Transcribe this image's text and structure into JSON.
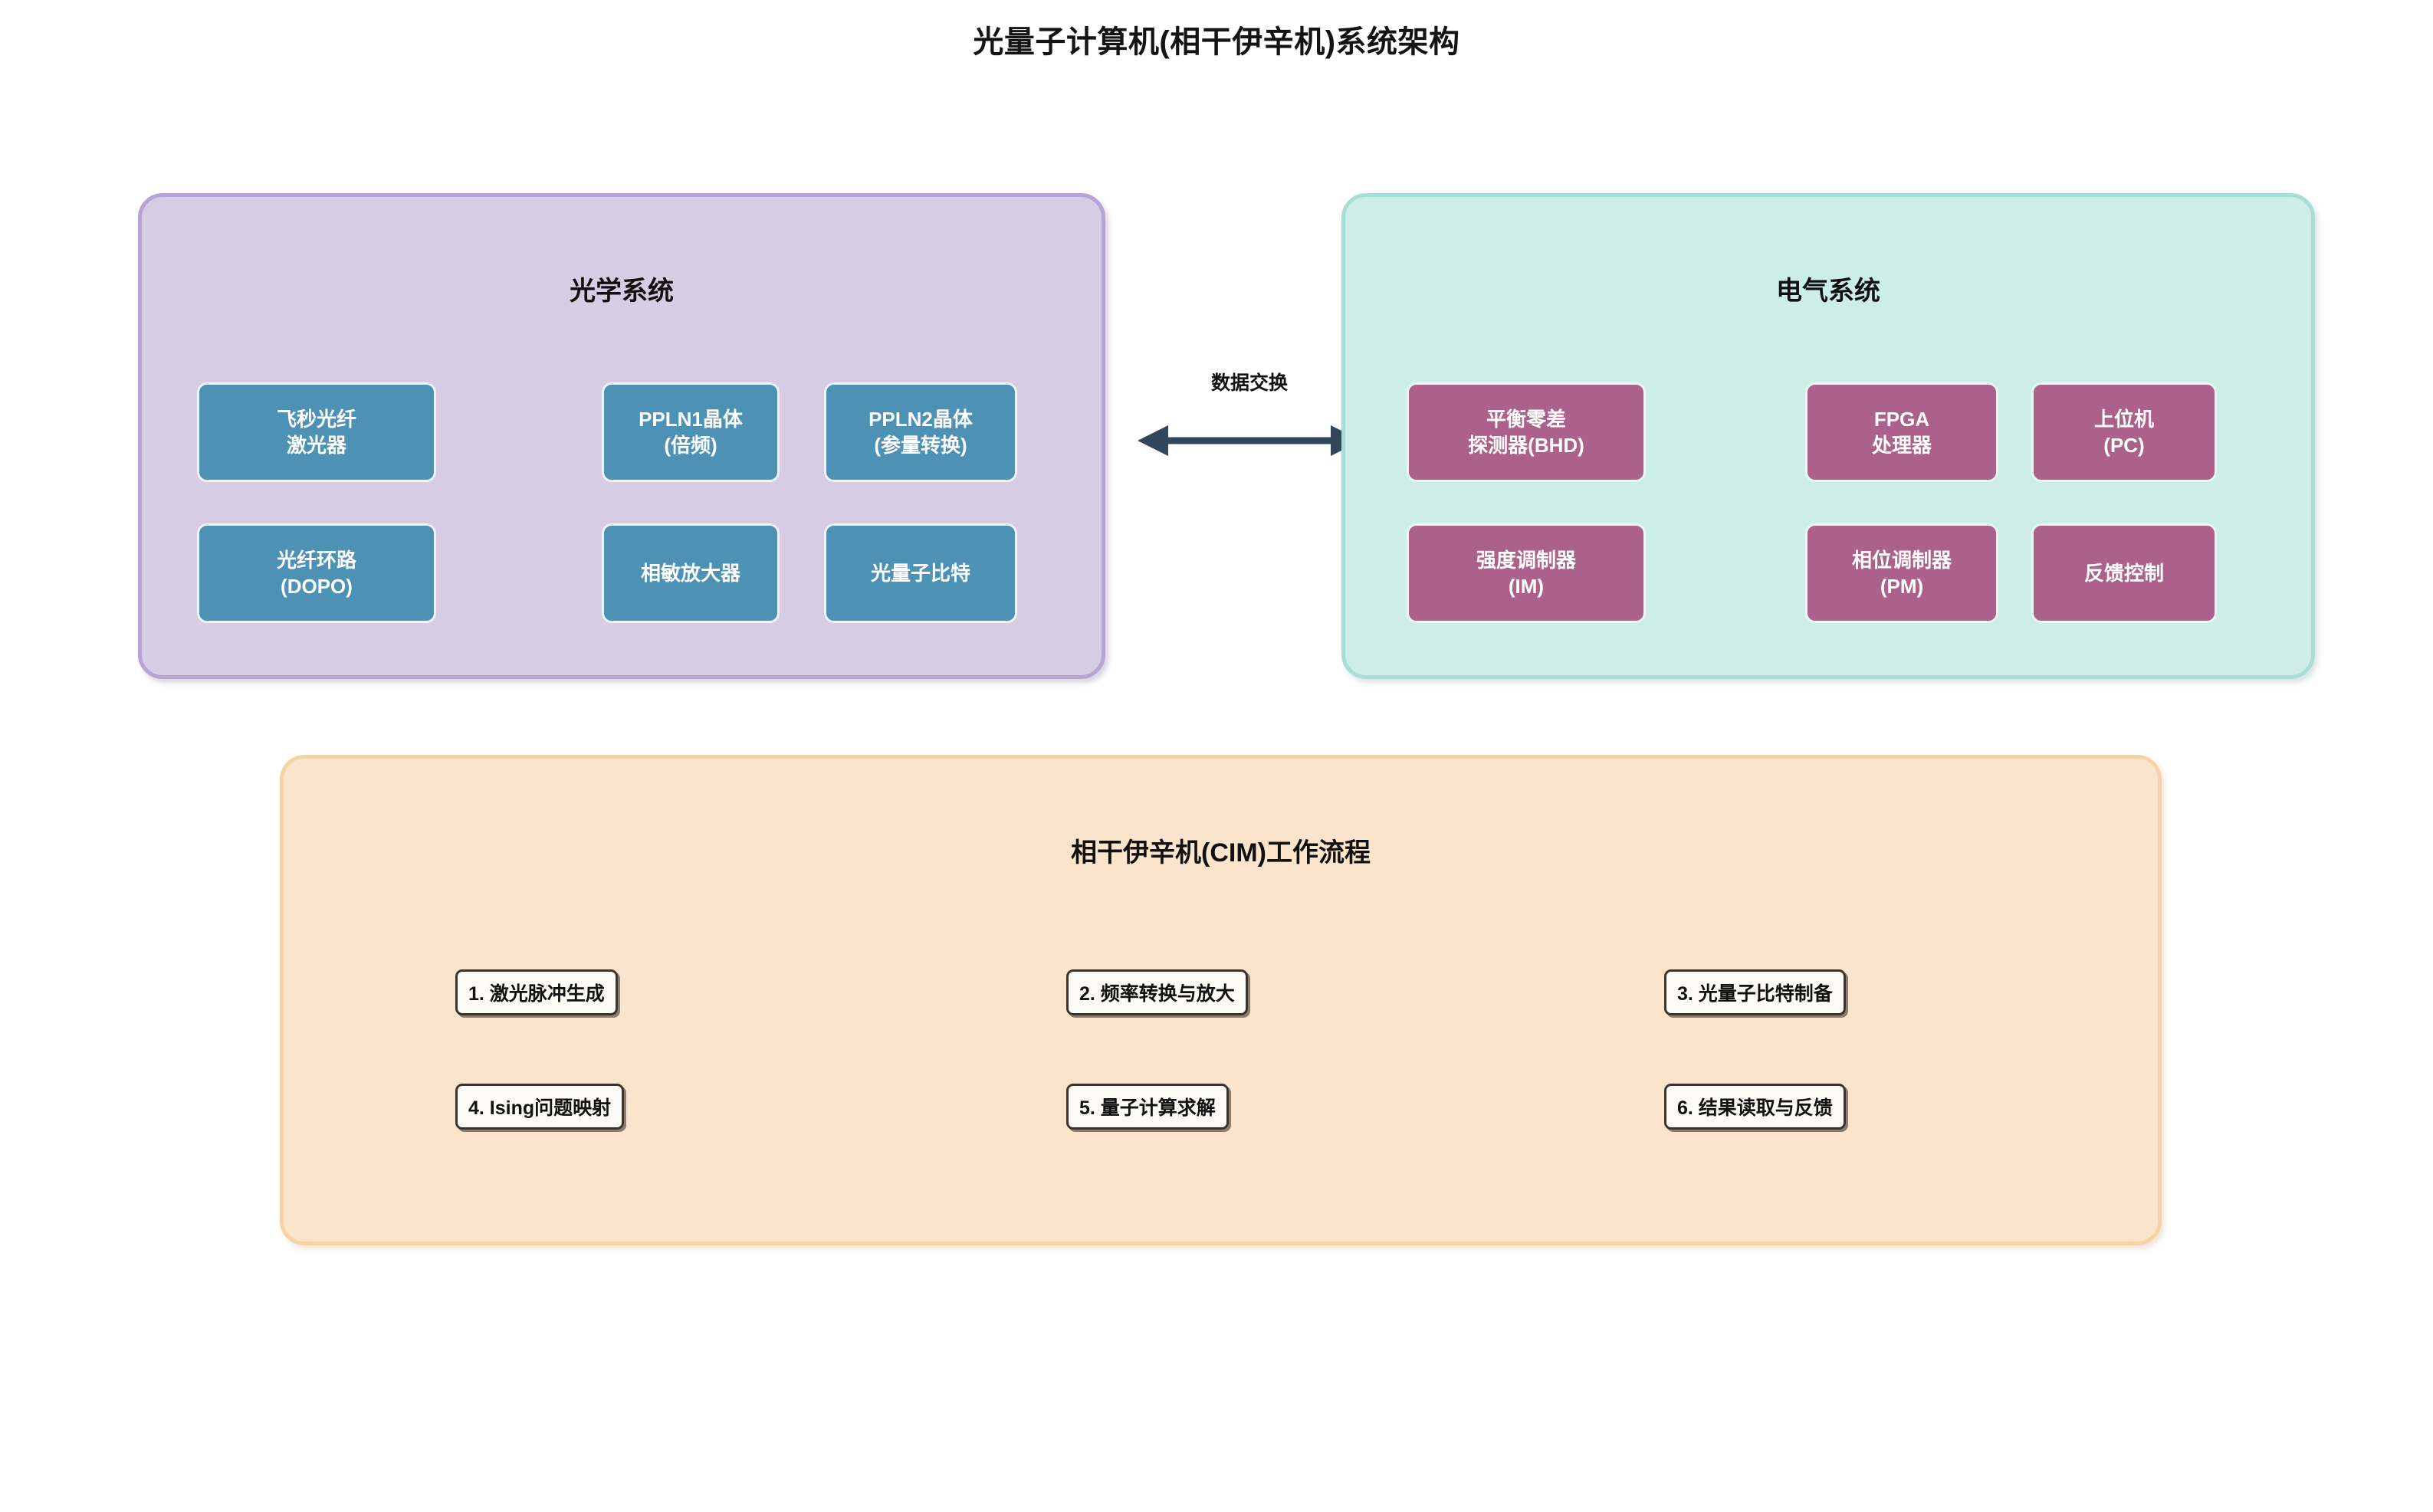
{
  "title": "光量子计算机(相干伊辛机)系统架构",
  "colors": {
    "optical_panel_fill": "#d6cce4",
    "optical_panel_border": "#b7a4d2",
    "optical_box_fill": "#4d92b5",
    "electrical_panel_fill": "#cdeee8",
    "electrical_panel_border": "#a9ddd5",
    "electrical_box_fill": "#ab6189",
    "workflow_panel_fill": "#fae5cc",
    "workflow_panel_border": "#f6d3a6",
    "workflow_chip_fill": "#fdfbf6",
    "workflow_chip_border": "#3b332c",
    "connector": "#33475c",
    "title_text": "#141414"
  },
  "optical_system": {
    "title": "光学系统",
    "components": [
      {
        "line1": "飞秒光纤",
        "line2": "激光器"
      },
      {
        "line1": "PPLN1晶体",
        "line2": "(倍频)"
      },
      {
        "line1": "PPLN2晶体",
        "line2": "(参量转换)"
      },
      {
        "line1": "光纤环路",
        "line2": "(DOPO)"
      },
      {
        "line1": "相敏放大器",
        "line2": ""
      },
      {
        "line1": "光量子比特",
        "line2": ""
      }
    ]
  },
  "electrical_system": {
    "title": "电气系统",
    "components": [
      {
        "line1": "平衡零差",
        "line2": "探测器(BHD)"
      },
      {
        "line1": "FPGA",
        "line2": "处理器"
      },
      {
        "line1": "上位机",
        "line2": "(PC)"
      },
      {
        "line1": "强度调制器",
        "line2": "(IM)"
      },
      {
        "line1": "相位调制器",
        "line2": "(PM)"
      },
      {
        "line1": "反馈控制",
        "line2": ""
      }
    ]
  },
  "connector": {
    "label": "数据交换",
    "direction": "bidirectional",
    "icon": "double-arrow-icon"
  },
  "workflow": {
    "title": "相干伊辛机(CIM)工作流程",
    "steps": [
      {
        "label": "1. 激光脉冲生成"
      },
      {
        "label": "2. 频率转换与放大"
      },
      {
        "label": "3. 光量子比特制备"
      },
      {
        "label": "4. Ising问题映射"
      },
      {
        "label": "5. 量子计算求解"
      },
      {
        "label": "6. 结果读取与反馈"
      }
    ]
  }
}
